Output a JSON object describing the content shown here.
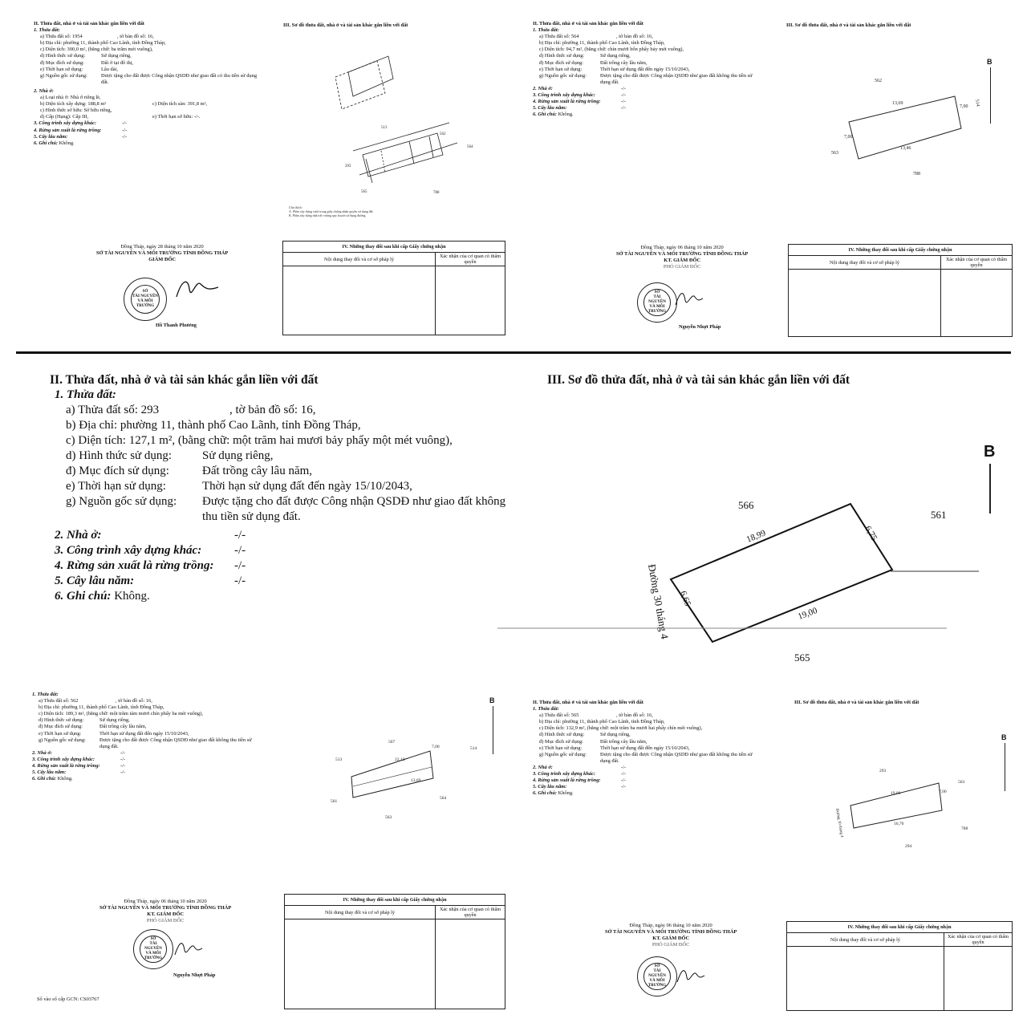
{
  "certs": [
    {
      "sec2_title": "II. Thửa đất, nhà ở và tài sản khác gắn liền với đất",
      "item1": "1. Thửa đất:",
      "lines": [
        {
          "l": "a) Thửa đất số: 1954",
          "v": ", tờ bản đồ số: 16,"
        },
        {
          "l": "b) Địa chỉ: phường 11, thành phố Cao Lãnh, tỉnh Đồng Tháp,",
          "v": ""
        },
        {
          "l": "c) Diện tích: 300,0 m², (bằng chữ: ba trăm mét vuông),",
          "v": ""
        },
        {
          "l": "d) Hình thức sử dụng:",
          "v": "Sử dụng riêng,"
        },
        {
          "l": "đ) Mục đích sử dụng:",
          "v": "Đất ở tại đô thị,"
        },
        {
          "l": "e) Thời hạn sử dụng:",
          "v": "Lâu dài,"
        },
        {
          "l": "g) Nguồn gốc sử dụng:",
          "v": "Được tặng cho đất được Công nhận QSDĐ như giao đất có thu tiền sử dụng đất."
        }
      ],
      "item2": "2. Nhà ở:",
      "house": [
        {
          "l": "a) Loại nhà ở: Nhà ở riêng lẻ,",
          "v": ""
        },
        {
          "l": "b) Diện tích xây dựng: 188,8 m²",
          "v": "c) Diện tích sàn: 391,8 m²,"
        },
        {
          "l": "c) Hình thức sở hữu: Sở hữu riêng,",
          "v": ""
        },
        {
          "l": "d) Cấp (Hạng): Cấp III,",
          "v": "e) Thời hạn sở hữu: -/-."
        }
      ],
      "item3": "3. Công trình xây dựng khác:",
      "item4": "4. Rừng sản xuất là rừng trồng:",
      "item5": "5. Cây lâu năm:",
      "dash": "-/-",
      "item6": "6. Ghi chú:",
      "note": "Không.",
      "sec3_title": "III. Sơ đồ thửa đất, nhà ở và tài sản khác gắn liền với đất",
      "plan_labels": [
        "513",
        "562",
        "564",
        "293",
        "565",
        "788"
      ],
      "sign_date": "Đồng Tháp, ngày 28 tháng 10 năm 2020",
      "org": "SỞ TÀI NGUYÊN VÀ MÔI TRƯỜNG TỈNH ĐỒNG THÁP",
      "role": "GIÁM ĐỐC",
      "signer": "Hồ Thanh Phương",
      "sec4_title": "IV. Những thay đổi sau khi cấp Giấy chứng nhận",
      "col1": "Nội dung thay đổi và cơ sở pháp lý",
      "col2": "Xác nhận của cơ quan có thẩm quyền"
    },
    {
      "sec2_title": "II. Thửa đất, nhà ở và tài sản khác gắn liền với đất",
      "item1": "1. Thửa đất:",
      "lines": [
        {
          "l": "a) Thửa đất số: 564",
          "v": ", tờ bản đồ số: 16,"
        },
        {
          "l": "b) Địa chỉ: phường 11, thành phố Cao Lãnh, tỉnh Đồng Tháp,",
          "v": ""
        },
        {
          "l": "c) Diện tích: 94,7 m², (bằng chữ: chín mươi bốn phẩy bảy mét vuông),",
          "v": ""
        },
        {
          "l": "d) Hình thức sử dụng:",
          "v": "Sử dụng riêng,"
        },
        {
          "l": "đ) Mục đích sử dụng:",
          "v": "Đất trồng cây lâu năm,"
        },
        {
          "l": "e) Thời hạn sử dụng:",
          "v": "Thời hạn sử dụng đất đến ngày 15/10/2043,"
        },
        {
          "l": "g) Nguồn gốc sử dụng:",
          "v": "Được tặng cho đất được Công nhận QSDĐ như giao đất không thu tiền sử dụng đất."
        }
      ],
      "item2": "2. Nhà ở:",
      "item3": "3. Công trình xây dựng khác:",
      "item4": "4. Rừng sản xuất là rừng trồng:",
      "item5": "5. Cây lâu năm:",
      "dash": "-/-",
      "item6": "6. Ghi chú:",
      "note": "Không.",
      "sec3_title": "III. Sơ đồ thửa đất, nhà ở và tài sản khác gắn liền với đất",
      "plan_labels": [
        "562",
        "514",
        "563",
        "788",
        "13,69",
        "7,00",
        "13,46",
        "7,00"
      ],
      "sign_date": "Đồng Tháp, ngày 06 tháng 10 năm 2020",
      "org": "SỞ TÀI NGUYÊN VÀ MÔI TRƯỜNG TỈNH ĐỒNG THÁP",
      "role": "KT. GIÁM ĐỐC",
      "role2": "PHÓ GIÁM ĐỐC",
      "signer": "Nguyễn Nhựt Pháp",
      "sec4_title": "IV. Những thay đổi sau khi cấp Giấy chứng nhận",
      "col1": "Nội dung thay đổi và cơ sở pháp lý",
      "col2": "Xác nhận của cơ quan có thẩm quyền"
    },
    {
      "sec2_title": "II. Thửa đất, nhà ở và tài sản khác gắn liền với đất",
      "item1": "1. Thửa đất:",
      "lines": [
        {
          "l": "a) Thửa đất số: 293",
          "v": ", tờ bản đồ số: 16,"
        },
        {
          "l": "b) Địa chỉ: phường 11, thành phố Cao Lãnh, tỉnh Đồng Tháp,",
          "v": ""
        },
        {
          "l": "c) Diện tích: 127,1 m², (bằng chữ: một trăm hai mươi bảy phẩy một mét vuông),",
          "v": ""
        },
        {
          "l": "d) Hình thức sử dụng:",
          "v": "Sử dụng riêng,"
        },
        {
          "l": "đ) Mục đích sử dụng:",
          "v": "Đất trồng cây lâu năm,"
        },
        {
          "l": "e) Thời hạn sử dụng:",
          "v": "Thời hạn sử dụng đất đến ngày 15/10/2043,"
        },
        {
          "l": "g) Nguồn gốc sử dụng:",
          "v": "Được tặng cho đất được Công nhận QSDĐ như giao đất không"
        },
        {
          "l": "",
          "v": "thu tiền sử dụng đất."
        }
      ],
      "item2": "2. Nhà ở:",
      "item3": "3. Công trình xây dựng khác:",
      "item4": "4. Rừng sản xuất là rừng trồng:",
      "item5": "5. Cây lâu năm:",
      "dash": "-/-",
      "item6": "6. Ghi chú:",
      "note": "Không.",
      "sec3_title": "III. Sơ đồ thửa đất, nhà ở và tài sản khác gắn liền với đất",
      "north": "B",
      "plan_labels": [
        "566",
        "561",
        "565",
        "18,99",
        "6,75",
        "6,65",
        "19,00",
        "Đường 30 tháng 4"
      ]
    },
    {
      "item1": "1. Thửa đất:",
      "lines": [
        {
          "l": "a) Thửa đất số: 562",
          "v": ", tờ bản đồ số: 16,"
        },
        {
          "l": "b) Địa chỉ: phường 11, thành phố Cao Lãnh, tỉnh Đồng Tháp,",
          "v": ""
        },
        {
          "l": "c) Diện tích: 189,3 m², (bằng chữ: một trăm tám mươi chín phẩy ba mét vuông),",
          "v": ""
        },
        {
          "l": "d) Hình thức sử dụng:",
          "v": "Sử dụng riêng,"
        },
        {
          "l": "đ) Mục đích sử dụng:",
          "v": "Đất trồng cây lâu năm,"
        },
        {
          "l": "e) Thời hạn sử dụng:",
          "v": "Thời hạn sử dụng đất đến ngày 15/10/2043,"
        },
        {
          "l": "g) Nguồn gốc sử dụng:",
          "v": "Được tặng cho đất được Công nhận QSDĐ như giao đất không thu tiền sử dụng đất."
        }
      ],
      "item2": "2. Nhà ở:",
      "item3": "3. Công trình xây dựng khác:",
      "item4": "4. Rừng sản xuất là rừng trồng:",
      "item5": "5. Cây lâu năm:",
      "dash": "-/-",
      "item6": "6. Ghi chú:",
      "note": "Không.",
      "plan_labels": [
        "567",
        "513",
        "514",
        "561",
        "564",
        "563",
        "22,13",
        "13,69",
        "7,00"
      ],
      "sign_date": "Đồng Tháp, ngày 06 tháng 10 năm 2020",
      "org": "SỞ TÀI NGUYÊN VÀ MÔI TRƯỜNG TỈNH ĐỒNG THÁP",
      "role": "KT. GIÁM ĐỐC",
      "role2": "PHÓ GIÁM ĐỐC",
      "signer": "Nguyễn Nhựt Pháp",
      "sec4_title": "IV. Những thay đổi sau khi cấp Giấy chứng nhận",
      "col1": "Nội dung thay đổi và cơ sở pháp lý",
      "col2": "Xác nhận của cơ quan có thẩm quyền",
      "serial": "Số vào sổ cấp GCN: CS03767"
    },
    {
      "sec2_title": "II. Thửa đất, nhà ở và tài sản khác gắn liền với đất",
      "item1": "1. Thửa đất:",
      "lines": [
        {
          "l": "a) Thửa đất số: 565",
          "v": ", tờ bản đồ số: 16,"
        },
        {
          "l": "b) Địa chỉ: phường 11, thành phố Cao Lãnh, tỉnh Đồng Tháp,",
          "v": ""
        },
        {
          "l": "c) Diện tích: 132,9 m², (bằng chữ: một trăm ba mươi hai phẩy chín mét vuông),",
          "v": ""
        },
        {
          "l": "d) Hình thức sử dụng:",
          "v": "Sử dụng riêng,"
        },
        {
          "l": "đ) Mục đích sử dụng:",
          "v": "Đất trồng cây lâu năm,"
        },
        {
          "l": "e) Thời hạn sử dụng:",
          "v": "Thời hạn sử dụng đất đến ngày 15/10/2043,"
        },
        {
          "l": "g) Nguồn gốc sử dụng:",
          "v": "Được tặng cho đất được Công nhận QSDĐ như giao đất không thu tiền sử dụng đất."
        }
      ],
      "item2": "2. Nhà ở:",
      "item3": "3. Công trình xây dựng khác:",
      "item4": "4. Rừng sản xuất là rừng trồng:",
      "item5": "5. Cây lâu năm:",
      "dash": "-/-",
      "item6": "6. Ghi chú:",
      "note": "Không.",
      "sec3_title": "III. Sơ đồ thửa đất, nhà ở và tài sản khác gắn liền với đất",
      "plan_labels": [
        "293",
        "563",
        "788",
        "294",
        "19,00",
        "16,70",
        "7,00"
      ],
      "sign_date": "Đồng Tháp, ngày 06 tháng 10 năm 2020",
      "org": "SỞ TÀI NGUYÊN VÀ MÔI TRƯỜNG TỈNH ĐỒNG THÁP",
      "role": "KT. GIÁM ĐỐC",
      "role2": "PHÓ GIÁM ĐỐC",
      "sec4_title": "IV. Những thay đổi sau khi cấp Giấy chứng nhận",
      "col1": "Nội dung thay đổi và cơ sở pháp lý",
      "col2": "Xác nhận của cơ quan có thẩm quyền"
    }
  ],
  "stamp": {
    "line1": "SỞ",
    "line2": "TÀI NGUYÊN",
    "line3": "VÀ MÔI TRƯỜNG"
  }
}
